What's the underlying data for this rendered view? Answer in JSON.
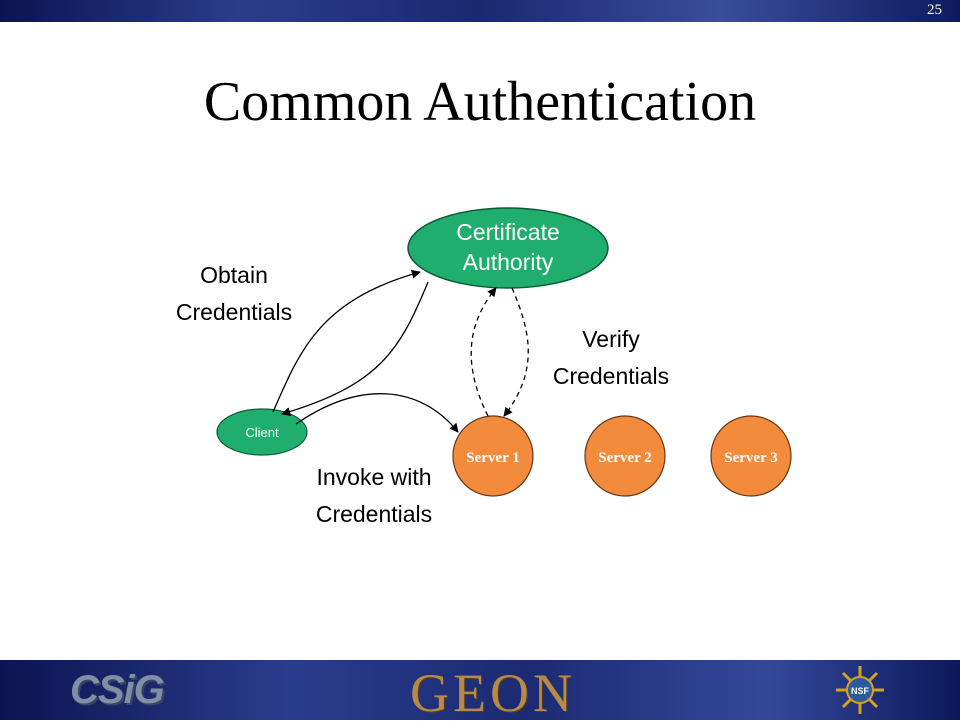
{
  "slide_number": "25",
  "title": "Common Authentication",
  "nodes": {
    "ca_line1": "Certificate",
    "ca_line2": "Authority",
    "client": "Client",
    "server1": "Server 1",
    "server2": "Server 2",
    "server3": "Server 3"
  },
  "labels": {
    "obtain_line1": "Obtain",
    "obtain_line2": "Credentials",
    "verify_line1": "Verify",
    "verify_line2": "Credentials",
    "invoke_line1": "Invoke with",
    "invoke_line2": "Credentials"
  },
  "footer": {
    "left_logo": "CSiG",
    "center_logo": "GEON",
    "right_logo": "NSF"
  },
  "colors": {
    "ca_fill": "#1fae6e",
    "client_fill": "#1fae6e",
    "server_fill": "#f28c3c",
    "banner": "#1a2870"
  }
}
